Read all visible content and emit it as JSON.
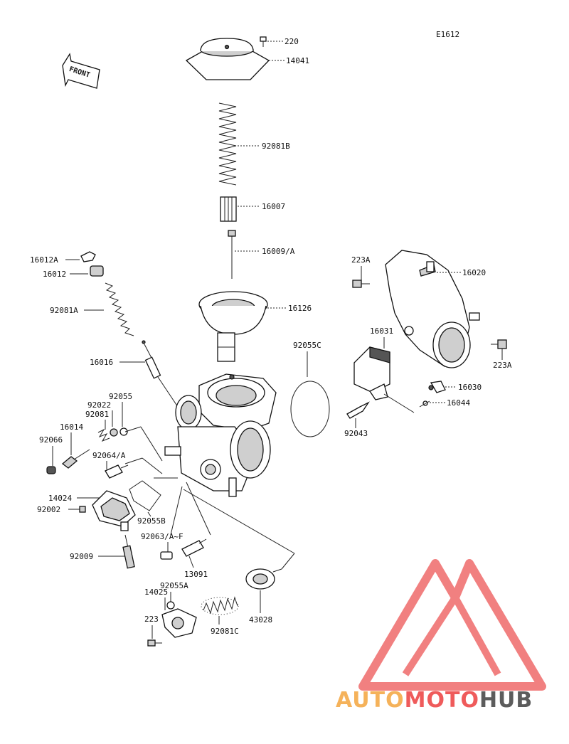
{
  "diagram_code": "E1612",
  "front_label": "FRONT",
  "labels": {
    "220": "220",
    "14041": "14041",
    "92081B": "92081B",
    "16007": "16007",
    "16009A": "16009/A",
    "16012A": "16012A",
    "16012": "16012",
    "92081A": "92081A",
    "16126": "16126",
    "223A_top": "223A",
    "16020": "16020",
    "16031": "16031",
    "92055C": "92055C",
    "223A_right": "223A",
    "16030": "16030",
    "16044": "16044",
    "92043": "92043",
    "16016": "16016",
    "92055": "92055",
    "92022": "92022",
    "92081": "92081",
    "16014": "16014",
    "92066": "92066",
    "92064A": "92064/A",
    "14024": "14024",
    "92002": "92002",
    "92055B": "92055B",
    "92063AF": "92063/A~F",
    "92009": "92009",
    "13091": "13091",
    "92055A": "92055A",
    "14025": "14025",
    "223": "223",
    "92081C": "92081C",
    "43028": "43028"
  },
  "watermark": {
    "part1": "AUTO",
    "part2": "MOTO",
    "part3": "HUB",
    "colors": {
      "auto": "#f5b25a",
      "moto": "#ef5b5b",
      "hub": "#5c5c5c",
      "triangle": "#ef6b6b"
    }
  }
}
